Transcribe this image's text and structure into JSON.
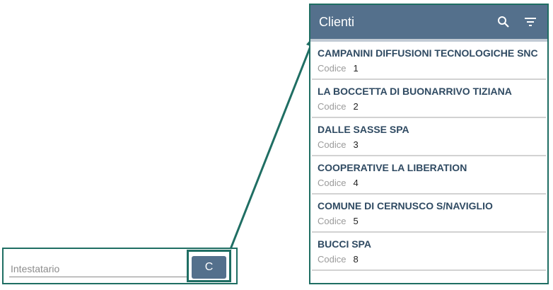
{
  "form": {
    "field_placeholder": "Intestatario",
    "c_button_label": "C"
  },
  "clienti_panel": {
    "title": "Clienti",
    "icons": [
      "search-icon",
      "sort-icon"
    ],
    "code_label": "Codice",
    "items": [
      {
        "name": "CAMPANINI DIFFUSIONI TECNOLOGICHE SNC",
        "code": "1"
      },
      {
        "name": "LA BOCCETTA DI BUONARRIVO TIZIANA",
        "code": "2"
      },
      {
        "name": "DALLE SASSE SPA",
        "code": "3"
      },
      {
        "name": "COOPERATIVE LA LIBERATION",
        "code": "4"
      },
      {
        "name": "COMUNE DI CERNUSCO S/NAVIGLIO",
        "code": "5"
      },
      {
        "name": "BUCCI SPA",
        "code": "8"
      }
    ]
  },
  "colors": {
    "accent_frame": "#1f6e63",
    "app_bar": "#54708c",
    "item_name": "#2f4a62"
  }
}
